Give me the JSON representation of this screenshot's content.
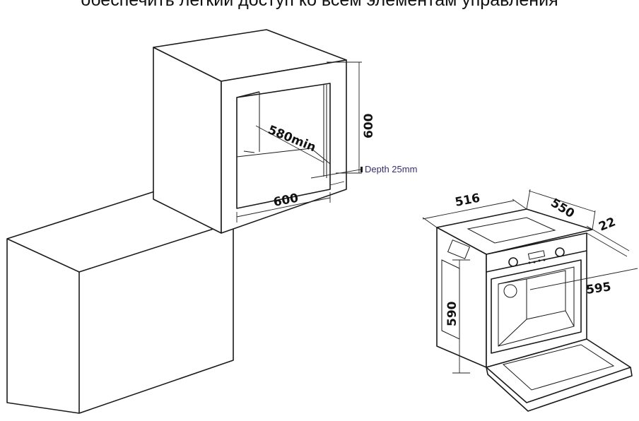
{
  "header": {
    "caption_fragment": "обеспечить легкий доступ ко всем элементам управления"
  },
  "cabinet": {
    "niche_height": "600",
    "niche_width": "600",
    "niche_depth_min": "580min",
    "depth_note": "Depth 25mm"
  },
  "oven": {
    "width": "595",
    "height": "590",
    "depth_body": "550",
    "front_width": "516",
    "panel_thickness": "22"
  },
  "colors": {
    "line": "#1a1a1a",
    "annotation": "#3a2d6e"
  }
}
